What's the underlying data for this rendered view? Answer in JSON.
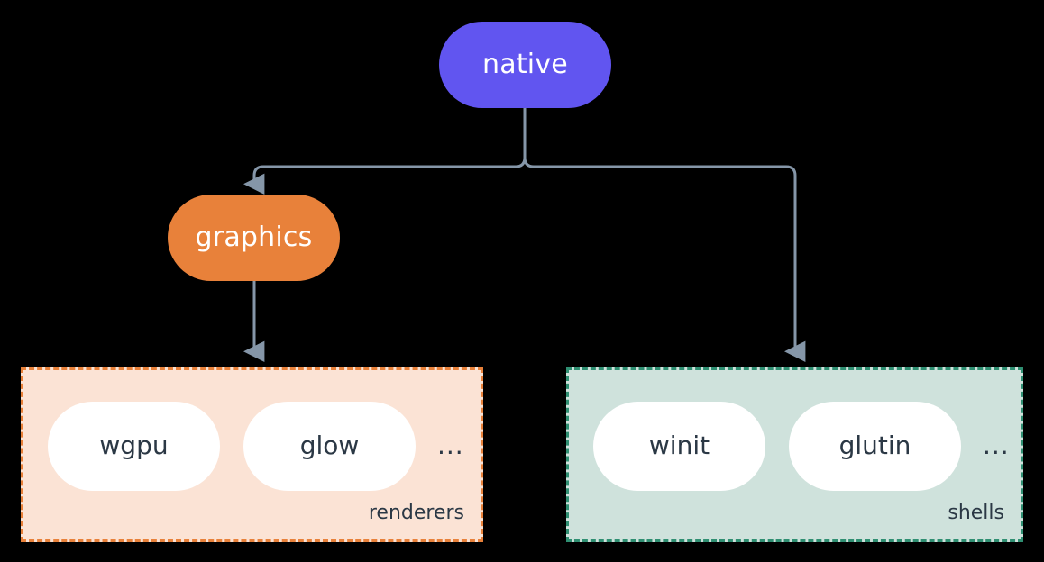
{
  "diagram": {
    "type": "hierarchy-tree",
    "background": "#000000",
    "colors": {
      "root_node": "#6155f0",
      "branch_node": "#e8813a",
      "connector": "#8596a8",
      "renderers_group_fill": "#fbe3d5",
      "renderers_group_border": "#e8813a",
      "shells_group_fill": "#cfe2dc",
      "shells_group_border": "#2f8f72",
      "leaf_fill": "#ffffff",
      "leaf_text": "#2b3845"
    },
    "root": {
      "label": "native"
    },
    "branch": {
      "label": "graphics"
    },
    "groups": [
      {
        "id": "renderers",
        "caption": "renderers",
        "items": [
          {
            "label": "wgpu"
          },
          {
            "label": "glow"
          }
        ],
        "overflow": "..."
      },
      {
        "id": "shells",
        "caption": "shells",
        "items": [
          {
            "label": "winit"
          },
          {
            "label": "glutin"
          }
        ],
        "overflow": "..."
      }
    ],
    "edges": [
      {
        "from": "native",
        "to": "graphics"
      },
      {
        "from": "native",
        "to": "shells"
      },
      {
        "from": "graphics",
        "to": "renderers"
      }
    ]
  }
}
